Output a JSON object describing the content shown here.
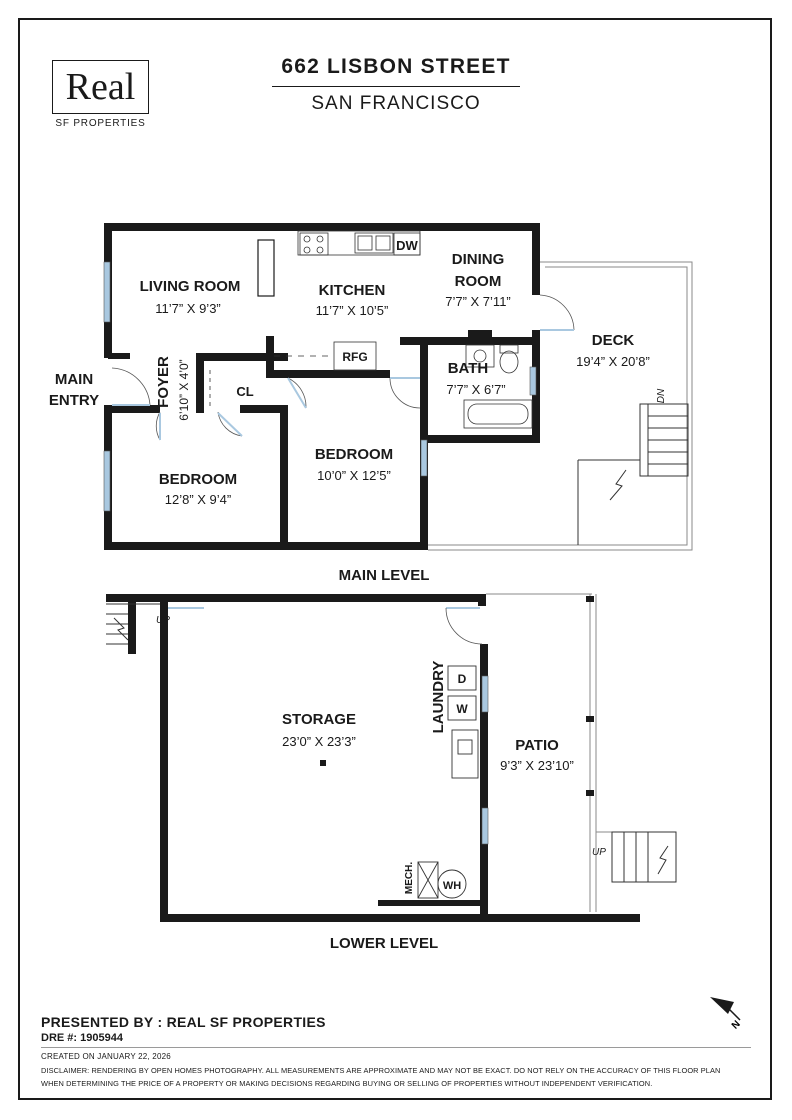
{
  "brand": {
    "logo_word": "Real",
    "logo_sub": "SF PROPERTIES"
  },
  "header": {
    "title": "662 LISBON STREET",
    "subtitle": "SAN FRANCISCO"
  },
  "main_level": {
    "caption": "MAIN LEVEL",
    "rooms": {
      "living_room": {
        "name": "LIVING ROOM",
        "dims": "11’7” X 9’3”"
      },
      "kitchen": {
        "name": "KITCHEN",
        "dims": "11’7” X 10’5”"
      },
      "dining_room": {
        "name_line1": "DINING",
        "name_line2": "ROOM",
        "dims": "7’7” X 7’11”"
      },
      "deck": {
        "name": "DECK",
        "dims": "19’4” X 20’8”"
      },
      "bath": {
        "name": "BATH",
        "dims": "7’7” X 6’7”"
      },
      "foyer": {
        "name": "FOYER",
        "dims": "6’10” X 4’0”"
      },
      "closet": {
        "name": "CL"
      },
      "bedroom_2": {
        "name": "BEDROOM",
        "dims": "10’0” X 12’5”"
      },
      "bedroom_1": {
        "name": "BEDROOM",
        "dims": "12’8” X 9’4”"
      }
    },
    "appliances": {
      "dishwasher": "DW",
      "refrigerator": "RFG"
    },
    "entry_line1": "MAIN",
    "entry_line2": "ENTRY",
    "stair_dn": "DN"
  },
  "lower_level": {
    "caption": "LOWER LEVEL",
    "rooms": {
      "storage": {
        "name": "STORAGE",
        "dims": "23’0” X 23’3”"
      },
      "patio": {
        "name": "PATIO",
        "dims": "9’3” X 23’10”"
      },
      "laundry": {
        "name": "LAUNDRY"
      }
    },
    "appliances": {
      "dryer": "D",
      "washer": "W",
      "water_heater": "WH",
      "mech": "MECH."
    },
    "stair_up_left": "UP",
    "stair_up_right": "UP"
  },
  "compass": {
    "label": "N"
  },
  "footer": {
    "presented_by": "PRESENTED BY : REAL SF PROPERTIES",
    "dre": "DRE #: 1905944",
    "created": "CREATED ON JANUARY 22, 2026",
    "disclaimer_line1": "DISCLAIMER: RENDERING BY OPEN HOMES PHOTOGRAPHY. ALL MEASUREMENTS ARE APPROXIMATE AND MAY NOT BE EXACT. DO NOT RELY ON THE ACCURACY OF THIS FLOOR PLAN",
    "disclaimer_line2": "WHEN DETERMINING THE PRICE OF A PROPERTY OR MAKING DECISIONS REGARDING BUYING OR SELLING OF PROPERTIES WITHOUT INDEPENDENT VERIFICATION."
  },
  "colors": {
    "wall": "#1a1a1a",
    "window": "#a9c8e0",
    "thin_line": "#7a7a7a"
  }
}
